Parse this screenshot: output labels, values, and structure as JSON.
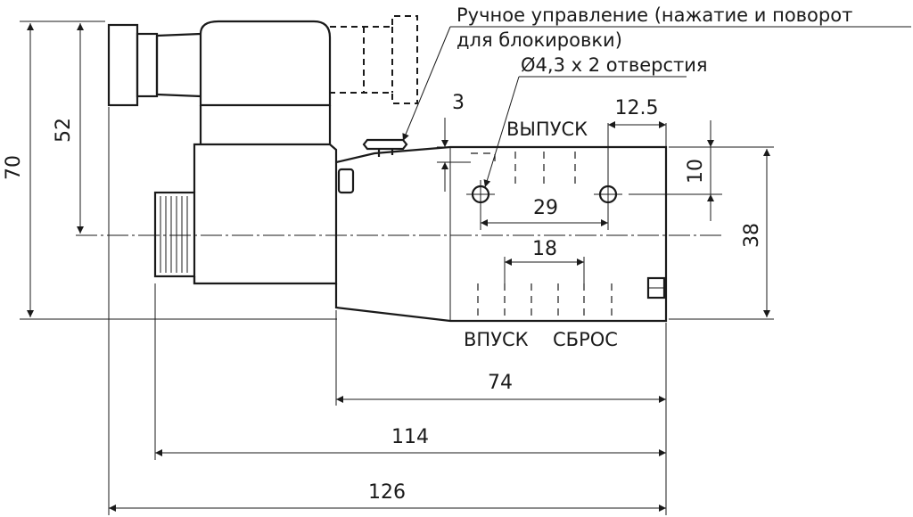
{
  "callouts": {
    "manual_line1": "Ручное управление (нажатие и поворот",
    "manual_line2": "для блокировки)",
    "holes": "Ø4,3 x 2 отверстия"
  },
  "ports": {
    "outlet": "ВЫПУСК",
    "inlet": "ВПУСК",
    "exhaust": "СБРОС"
  },
  "dimensions": {
    "total_height": "70",
    "height_52": "52",
    "body_height": "38",
    "top_10": "10",
    "offset_3": "3",
    "offset_12_5": "12.5",
    "hole_spacing": "29",
    "port_spacing": "18",
    "body_length": "74",
    "length_114": "114",
    "total_length": "126"
  }
}
